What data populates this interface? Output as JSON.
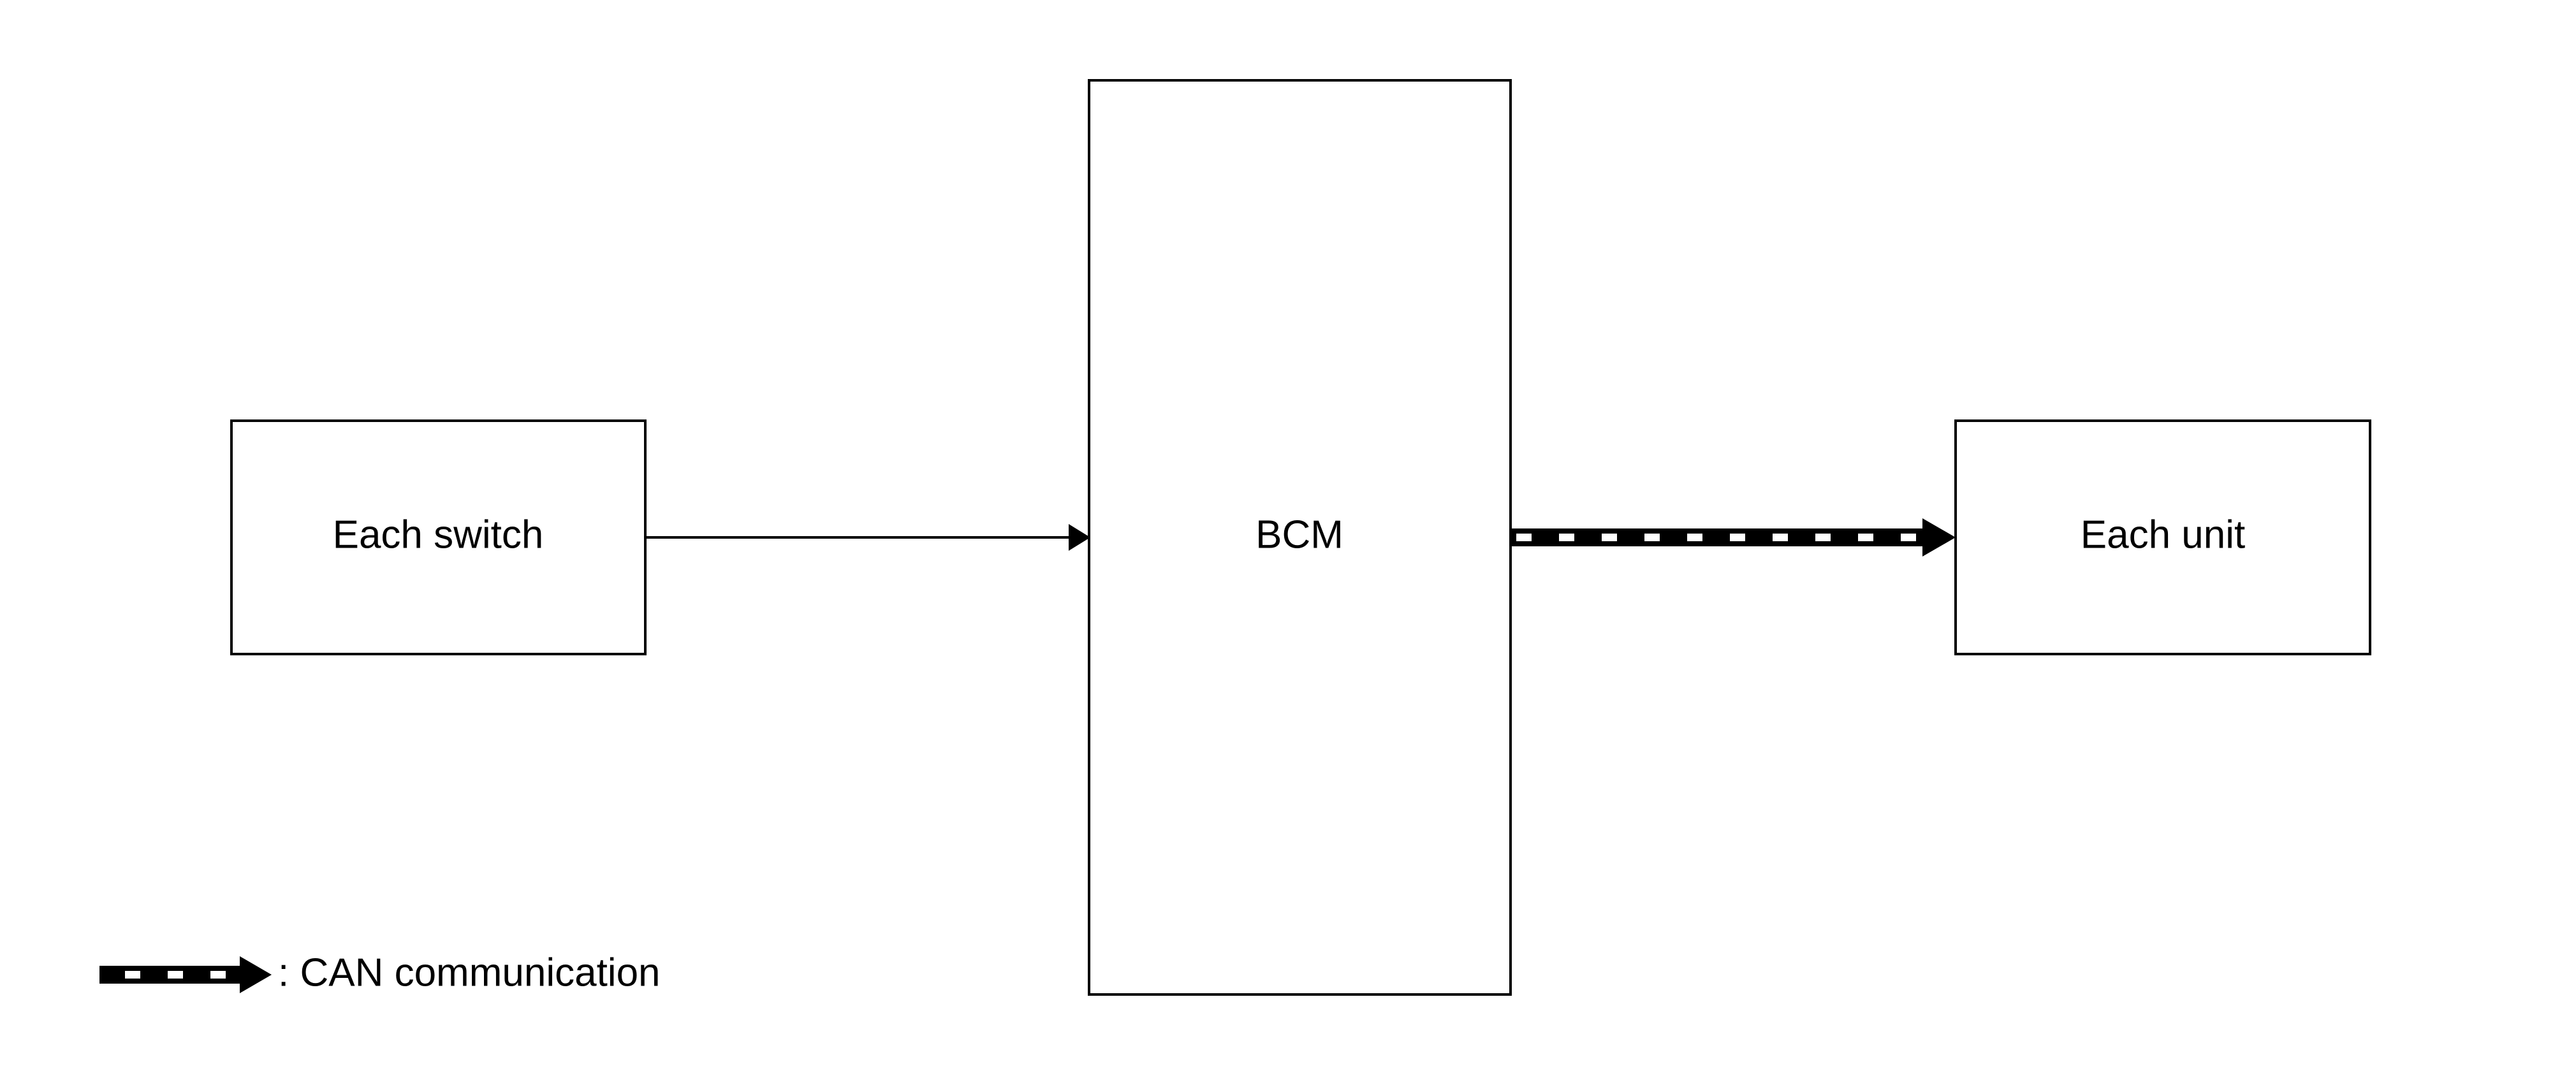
{
  "nodes": {
    "each_switch": {
      "label": "Each switch"
    },
    "bcm": {
      "label": "BCM"
    },
    "each_unit": {
      "label": "Each unit"
    }
  },
  "edges": [
    {
      "from": "each_switch",
      "to": "bcm",
      "style": "plain"
    },
    {
      "from": "bcm",
      "to": "each_unit",
      "style": "can"
    }
  ],
  "legend": {
    "can_label": ": CAN communication"
  },
  "colors": {
    "line": "#000000",
    "background": "#ffffff",
    "can_dash": "#ffffff"
  }
}
